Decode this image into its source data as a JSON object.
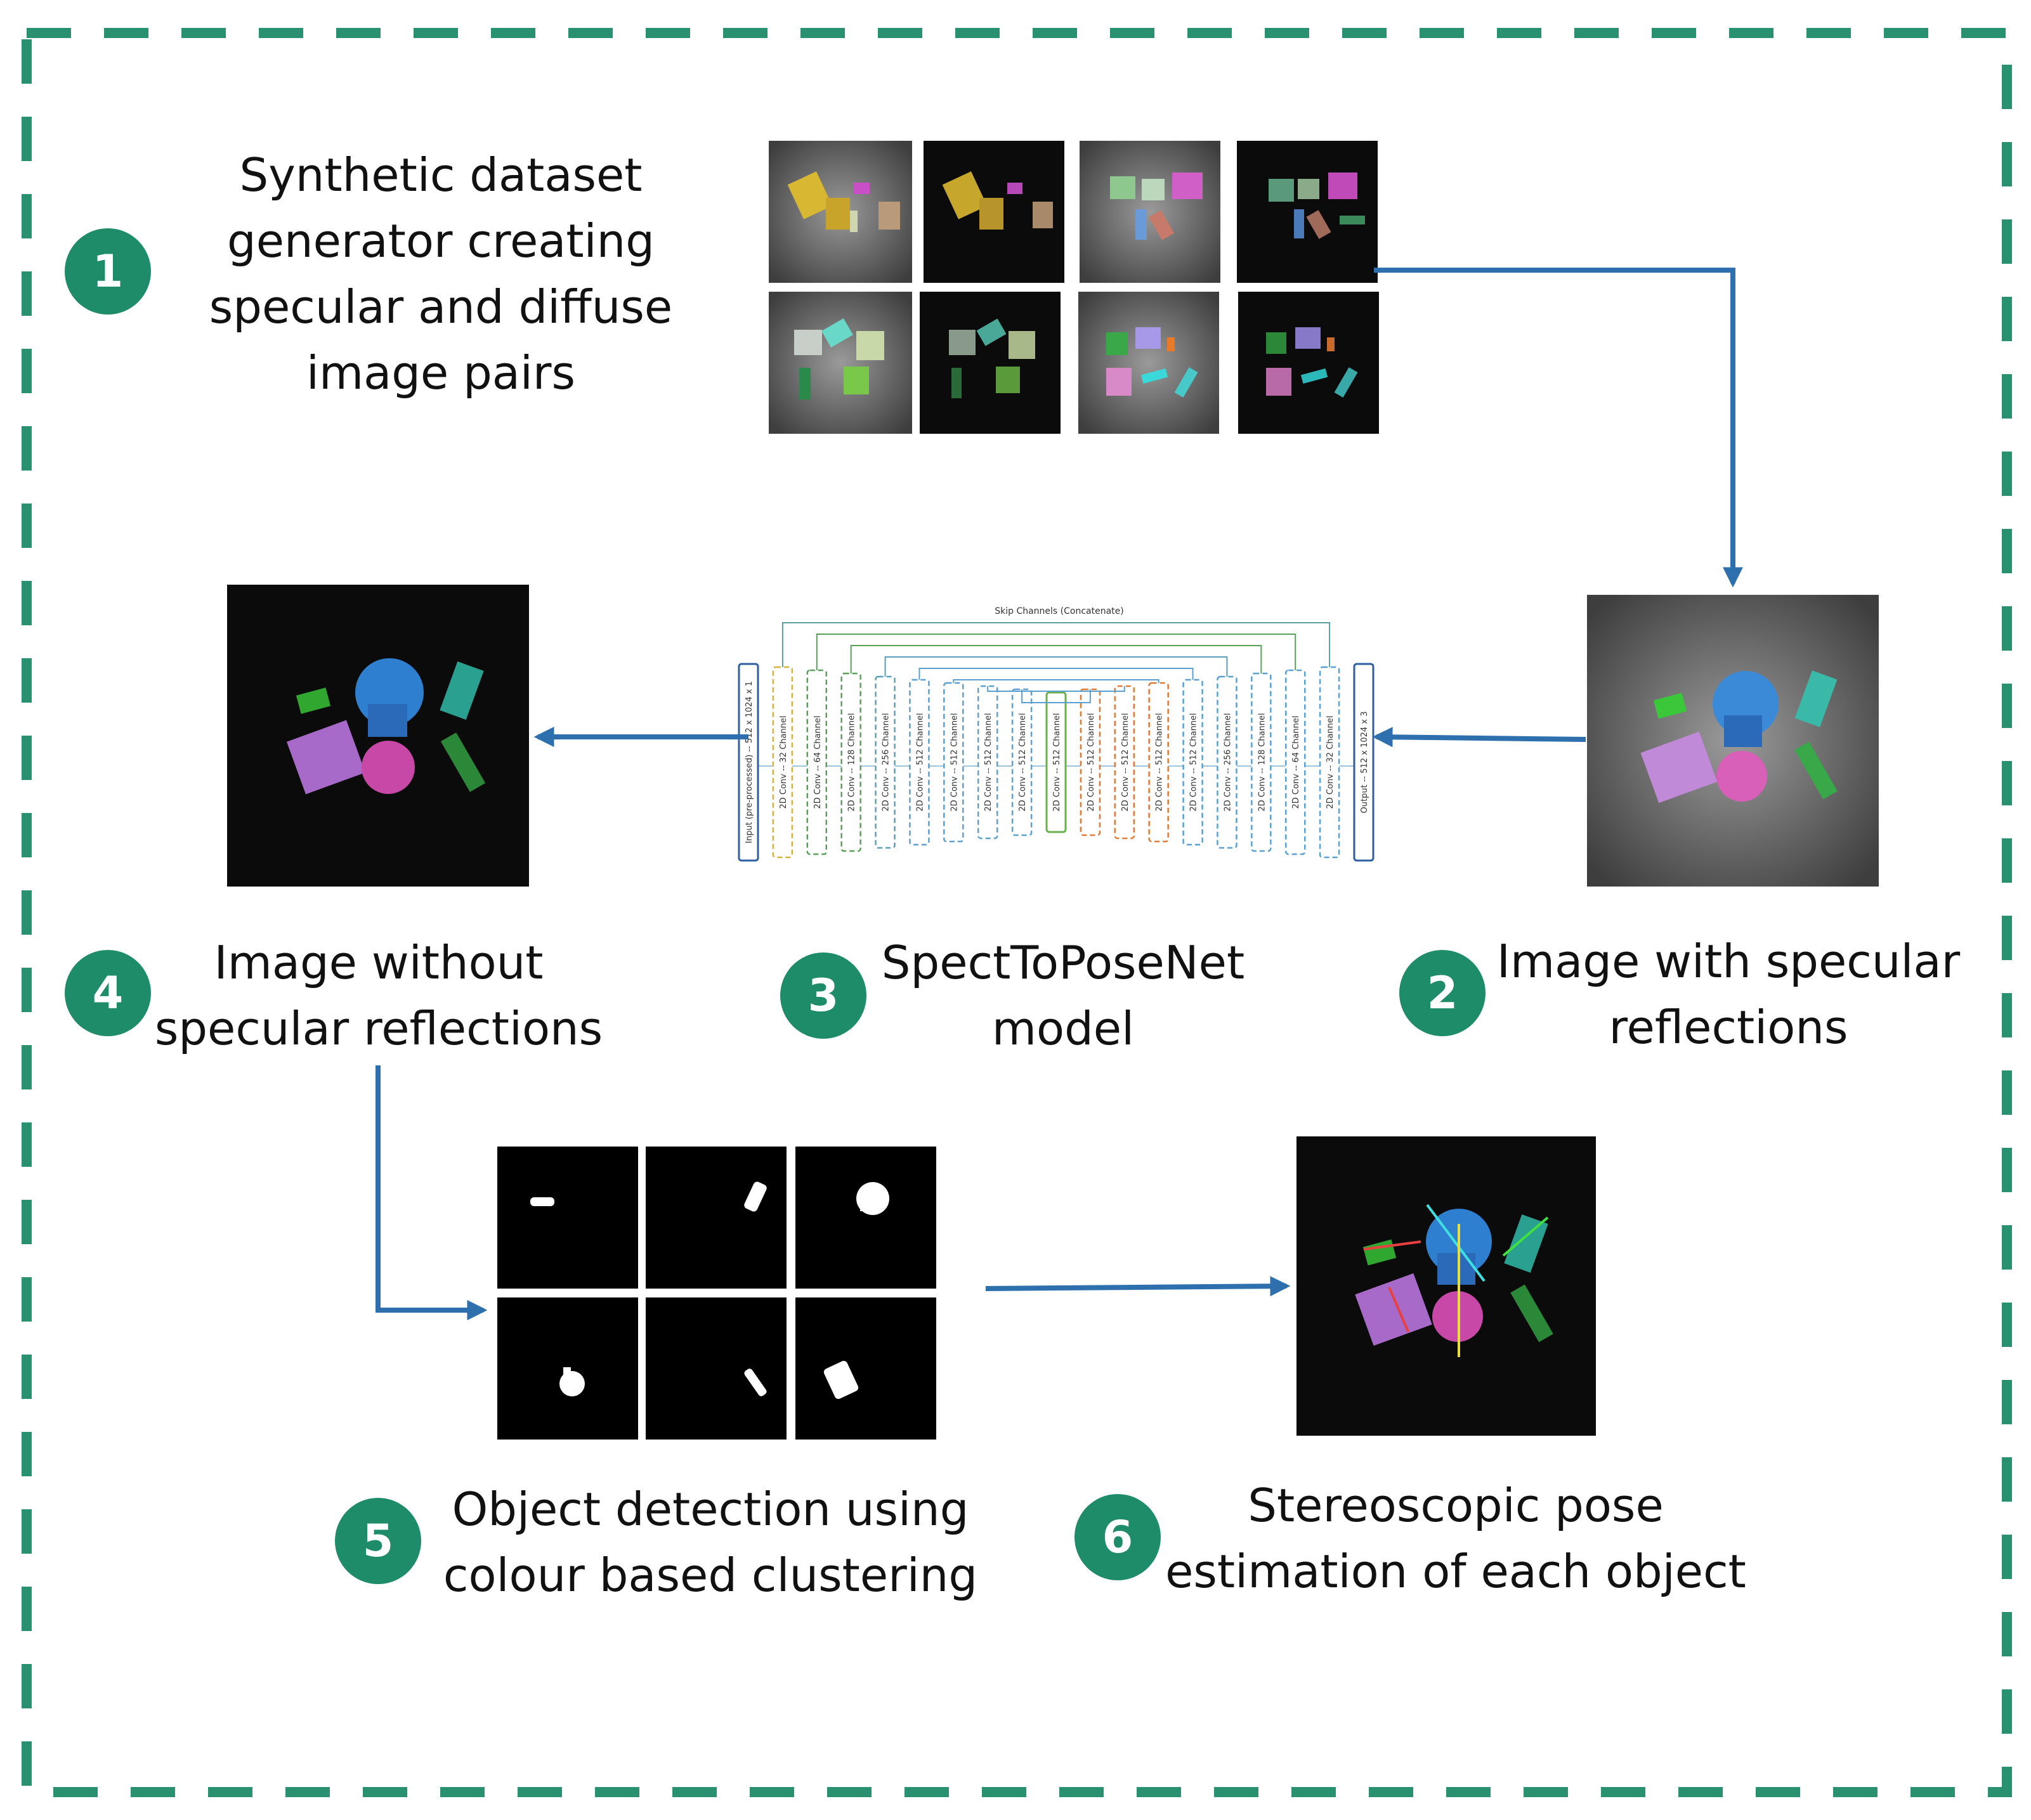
{
  "colors": {
    "frame": "#2a9170",
    "badge": "#1e8c68",
    "arrow": "#2e6fad",
    "diffuse_bg": "#0b0b0b",
    "specular_bg": "#6b6b6b"
  },
  "steps": {
    "s1": {
      "number": "1",
      "lines": [
        "Synthetic dataset",
        "generator creating",
        "specular and diffuse",
        "image pairs"
      ]
    },
    "s2": {
      "number": "2",
      "lines": [
        "Image with specular",
        "reflections"
      ]
    },
    "s3": {
      "number": "3",
      "lines": [
        "SpectToPoseNet",
        "model"
      ]
    },
    "s4": {
      "number": "4",
      "lines": [
        "Image without",
        "specular reflections"
      ]
    },
    "s5": {
      "number": "5",
      "lines": [
        "Object detection using",
        "colour based clustering"
      ]
    },
    "s6": {
      "number": "6",
      "lines": [
        "Stereoscopic pose",
        "estimation of each object"
      ]
    }
  },
  "network": {
    "skip_label": "Skip Channels (Concatenate)",
    "layers": [
      {
        "label": "Input (pre-processed) -- 512 x 1024 x 1",
        "color": "#2e5fa0",
        "style": "solid"
      },
      {
        "label": "2D Conv -- 32 Channel",
        "color": "#d6b23a",
        "style": "dashed"
      },
      {
        "label": "2D Conv -- 64 Channel",
        "color": "#5aa05a",
        "style": "dashed"
      },
      {
        "label": "2D Conv -- 128 Channel",
        "color": "#5aa05a",
        "style": "dashed"
      },
      {
        "label": "2D Conv -- 256 Channel",
        "color": "#5aa0b8",
        "style": "dashed"
      },
      {
        "label": "2D Conv -- 512 Channel",
        "color": "#5aa0d0",
        "style": "dashed"
      },
      {
        "label": "2D Conv -- 512 Channel",
        "color": "#5aa0d0",
        "style": "dashed"
      },
      {
        "label": "2D Conv -- 512 Channel",
        "color": "#5aa0d0",
        "style": "dashed"
      },
      {
        "label": "2D Conv -- 512 Channel",
        "color": "#5aa0d0",
        "style": "dashed"
      },
      {
        "label": "2D Conv -- 512 Channel",
        "color": "#6ab04c",
        "style": "solid"
      },
      {
        "label": "2D Conv -- 512 Channel",
        "color": "#e07b39",
        "style": "dashed"
      },
      {
        "label": "2D Conv -- 512 Channel",
        "color": "#e07b39",
        "style": "dashed"
      },
      {
        "label": "2D Conv -- 512 Channel",
        "color": "#e07b39",
        "style": "dashed"
      },
      {
        "label": "2D Conv -- 512 Channel",
        "color": "#5aa0d0",
        "style": "dashed"
      },
      {
        "label": "2D Conv -- 256 Channel",
        "color": "#5aa0d0",
        "style": "dashed"
      },
      {
        "label": "2D Conv -- 128 Channel",
        "color": "#5aa0d0",
        "style": "dashed"
      },
      {
        "label": "2D Conv -- 64 Channel",
        "color": "#5aa0d0",
        "style": "dashed"
      },
      {
        "label": "2D Conv -- 32 Channel",
        "color": "#5aa0d0",
        "style": "dashed"
      },
      {
        "label": "Output -- 512 x 1024 x 3",
        "color": "#2e5fa0",
        "style": "solid"
      }
    ]
  }
}
